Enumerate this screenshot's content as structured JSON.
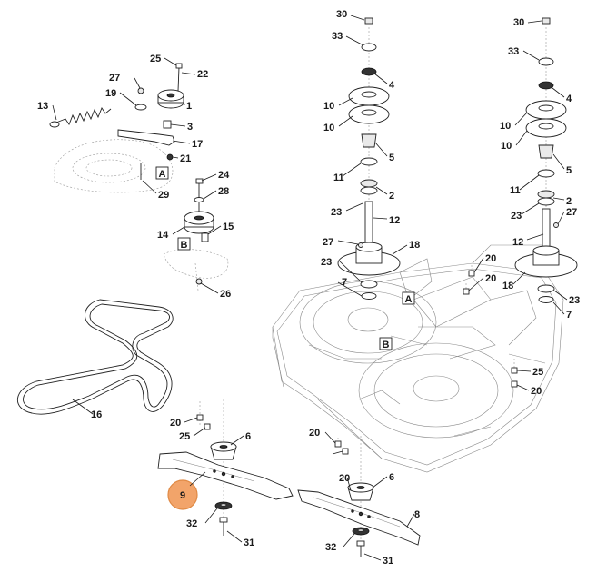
{
  "diagram": {
    "highlight_color": "#f2a46a",
    "highlighted_part": "9",
    "callouts": [
      {
        "label": "30",
        "part": "nut"
      },
      {
        "label": "33",
        "part": "washer"
      },
      {
        "label": "4",
        "part": "pulley-nut"
      },
      {
        "label": "10",
        "part": "pulley-half"
      },
      {
        "label": "5",
        "part": "key"
      },
      {
        "label": "11",
        "part": "spacer"
      },
      {
        "label": "2",
        "part": "bearing"
      },
      {
        "label": "23",
        "part": "bearing"
      },
      {
        "label": "12",
        "part": "spindle-shaft"
      },
      {
        "label": "27",
        "part": "grease-nipple"
      },
      {
        "label": "18",
        "part": "spindle-housing"
      },
      {
        "label": "7",
        "part": "seal"
      },
      {
        "label": "20",
        "part": "bolt"
      },
      {
        "label": "25",
        "part": "bolt"
      },
      {
        "label": "22",
        "part": "bolt"
      },
      {
        "label": "19",
        "part": "washer"
      },
      {
        "label": "13",
        "part": "tension-spring"
      },
      {
        "label": "1",
        "part": "idler-pulley"
      },
      {
        "label": "3",
        "part": "spacer"
      },
      {
        "label": "17",
        "part": "tension-arm"
      },
      {
        "label": "21",
        "part": "nut"
      },
      {
        "label": "29",
        "part": "bolt"
      },
      {
        "label": "24",
        "part": "bolt"
      },
      {
        "label": "28",
        "part": "washer"
      },
      {
        "label": "14",
        "part": "idler-pulley"
      },
      {
        "label": "15",
        "part": "spacer"
      },
      {
        "label": "26",
        "part": "nut"
      },
      {
        "label": "16",
        "part": "v-belt"
      },
      {
        "label": "6",
        "part": "blade-hub"
      },
      {
        "label": "9",
        "part": "blade"
      },
      {
        "label": "8",
        "part": "blade"
      },
      {
        "label": "32",
        "part": "washer"
      },
      {
        "label": "31",
        "part": "bolt"
      }
    ],
    "box_labels": [
      "A",
      "B"
    ]
  }
}
